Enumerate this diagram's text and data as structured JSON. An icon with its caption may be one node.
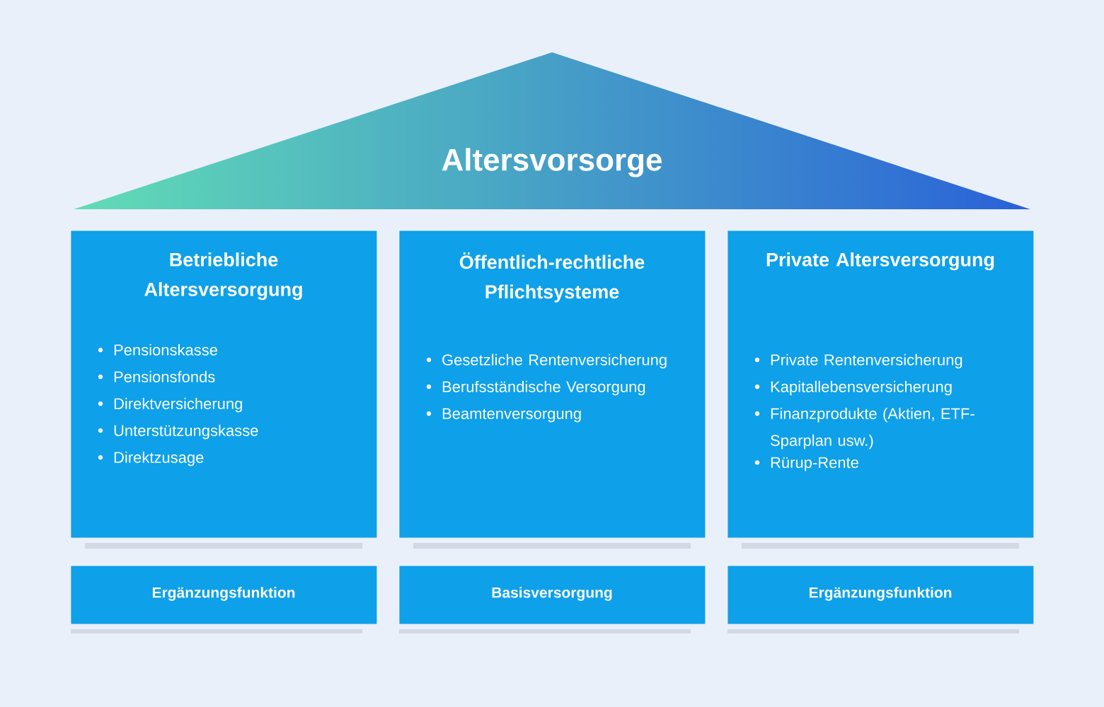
{
  "diagram": {
    "nodes": [
      {
        "text": [
          "Altersvorsorge"
        ]
      },
      {
        "text": [
          "Betriebliche Altersversorgung",
          "Pensionskasse",
          "Pensionsfonds",
          "Direktversicherung",
          "Unterstützungskasse",
          "Direktzusage"
        ]
      },
      {
        "text": [
          "Öffentlich-rechtliche Pflichtsysteme",
          "Gesetzliche Rentenversicherung",
          "Berufsständische Versorgung",
          "Beamtenversorgung"
        ]
      },
      {
        "text": [
          "Private Altersversorgung",
          "Private Rentenversicherung",
          "Kapitallebensversicherung",
          "Finanzprodukte (Aktien, ETF-Sparplan usw.)",
          "Rürup-Rente"
        ]
      },
      {
        "text": [
          "Ergänzungsfunktion"
        ]
      },
      {
        "text": [
          "Basisversorgung"
        ]
      },
      {
        "text": [
          "Ergänzungsfunktion"
        ]
      }
    ]
  }
}
